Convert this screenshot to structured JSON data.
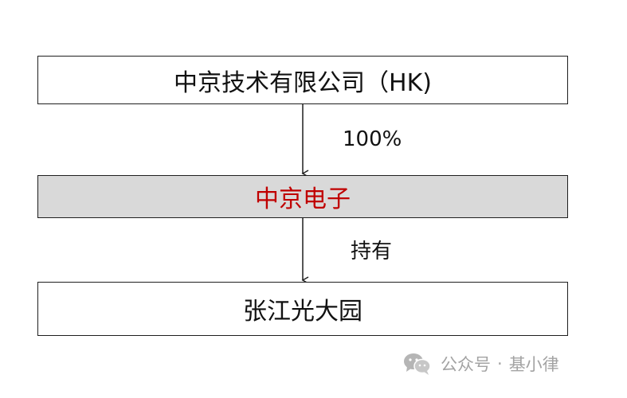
{
  "nodes": {
    "parent": "中京技术有限公司（HK)",
    "middle": "中京电子",
    "child": "张江光大园"
  },
  "edges": {
    "parent_to_middle": "100%",
    "middle_to_child": "持有"
  },
  "colors": {
    "middle_text": "#c00000",
    "middle_fill": "#d9d9d9",
    "border": "#1f1f1f",
    "watermark": "#a3a3a3"
  },
  "watermark": {
    "icon": "wechat-icon",
    "prefix": "公众号",
    "separator": "·",
    "account": "基小律"
  }
}
